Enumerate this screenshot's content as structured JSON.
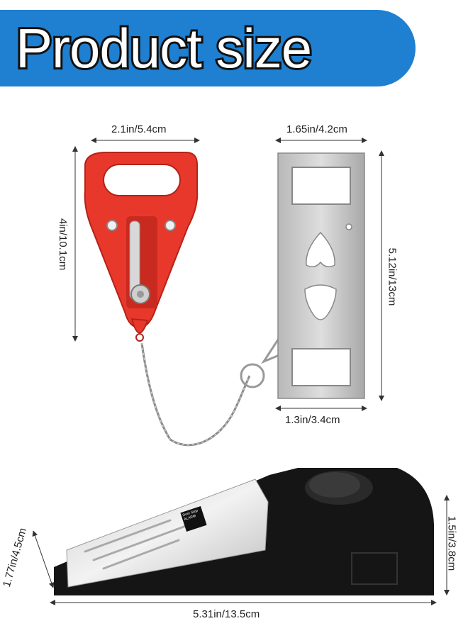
{
  "banner": {
    "title": "Product size"
  },
  "dimensions": {
    "latch_width": "2.1in/5.4cm",
    "latch_height": "4in/10.1cm",
    "plate_width_top": "1.65in/4.2cm",
    "plate_width_bottom": "1.3in/3.4cm",
    "plate_height": "5.12in/13cm",
    "wedge_depth": "1.77in/4.5cm",
    "wedge_length": "5.31in/13.5cm",
    "wedge_height": "1.5in/3.8cm"
  },
  "wedge_label": "Door Stop ALARM",
  "colors": {
    "banner": "#1f7fd0",
    "latch": "#e8382c",
    "plate": "#c8c8c8",
    "wedge_body": "#151515",
    "wedge_top": "#e6e6e6"
  }
}
